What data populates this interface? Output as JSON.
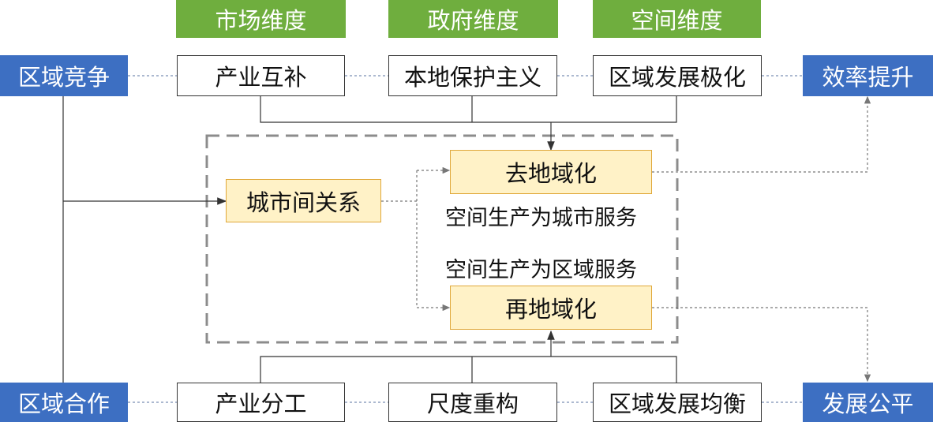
{
  "dimensions": {
    "market": "市场维度",
    "government": "政府维度",
    "space": "空间维度"
  },
  "left": {
    "competition": "区域竞争",
    "cooperation": "区域合作"
  },
  "right": {
    "efficiency": "效率提升",
    "equity": "发展公平"
  },
  "top_row": {
    "complement": "产业互补",
    "protectionism": "本地保护主义",
    "polarization": "区域发展极化"
  },
  "bottom_row": {
    "division": "产业分工",
    "rescaling": "尺度重构",
    "balance": "区域发展均衡"
  },
  "center": {
    "intercity": "城市间关系",
    "deterritorialization": "去地域化",
    "reterritorialization": "再地域化",
    "serve_city": "空间生产为城市服务",
    "serve_region": "空间生产为区域服务"
  },
  "colors": {
    "green": "#6fae3e",
    "blue": "#3d6fc2",
    "yellow_fill": "#fff2c7",
    "yellow_border": "#e0a83a",
    "dashed_frame": "#8c8c8c",
    "dotted_link": "#7a8fb5"
  }
}
